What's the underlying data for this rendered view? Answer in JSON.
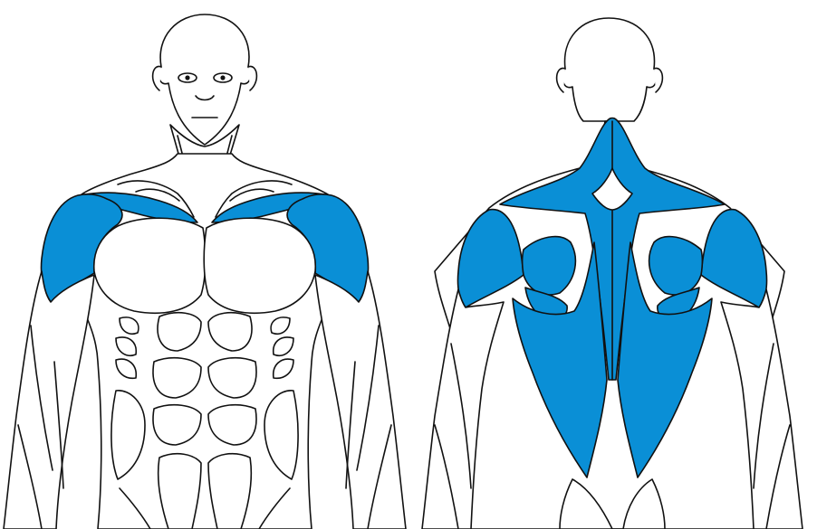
{
  "colors": {
    "highlight": "#0a8fd6",
    "outline": "#111111",
    "background": "#ffffff"
  },
  "figures": [
    {
      "view": "front",
      "highlighted_muscles": [
        "left-deltoid",
        "right-deltoid",
        "left-upper-trapezius",
        "right-upper-trapezius"
      ]
    },
    {
      "view": "back",
      "highlighted_muscles": [
        "trapezius",
        "left-deltoid",
        "right-deltoid",
        "left-infraspinatus",
        "right-infraspinatus",
        "left-teres",
        "right-teres",
        "left-latissimus-dorsi",
        "right-latissimus-dorsi"
      ]
    }
  ]
}
